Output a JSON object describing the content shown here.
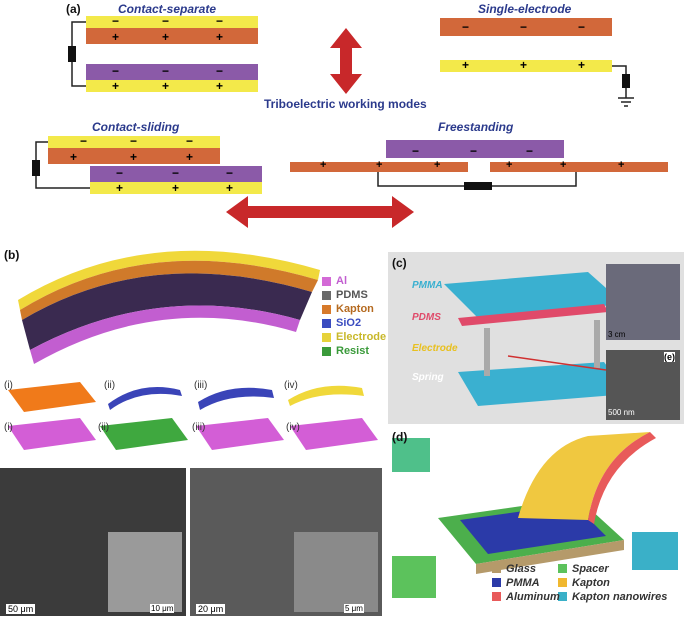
{
  "panel_a": {
    "label": "(a)",
    "modes": {
      "contact_separate": "Contact-separate",
      "single_electrode": "Single-electrode",
      "contact_sliding": "Contact-sliding",
      "freestanding": "Freestanding"
    },
    "center_caption": "Triboelectric working modes",
    "minus": "−",
    "plus": "+"
  },
  "panel_b": {
    "label": "(b)",
    "legend": [
      {
        "label": "Al",
        "color": "#d36ad6"
      },
      {
        "label": "PDMS",
        "color": "#6a6a6a"
      },
      {
        "label": "Kapton",
        "color": "#d77a2a"
      },
      {
        "label": "SiO2",
        "color": "#3a4cc0"
      },
      {
        "label": "Electrode",
        "color": "#e6d23a"
      },
      {
        "label": "Resist",
        "color": "#3a9a3a"
      }
    ],
    "steps_top": [
      "(i)",
      "(ii)",
      "(iii)",
      "(iv)"
    ],
    "steps_bottom": [
      "(i)",
      "(ii)",
      "(iii)",
      "(iv)"
    ],
    "sem_left_scale": "50 μm",
    "sem_left_inset_scale": "10 μm",
    "sem_right_scale": "20 μm",
    "sem_right_inset_scale": "5 μm"
  },
  "panel_c": {
    "label": "(c)",
    "layers": [
      "PMMA",
      "PDMS",
      "Electrode",
      "Spring"
    ],
    "photo_scale": "3 cm",
    "inset_label": "(e)",
    "inset_scale": "500 nm"
  },
  "panel_d": {
    "label": "(d)",
    "legend": [
      {
        "label": "Glass",
        "color": "#b59a6a"
      },
      {
        "label": "Spacer",
        "color": "#5cc25c"
      },
      {
        "label": "PMMA",
        "color": "#2b3aa8"
      },
      {
        "label": "Kapton",
        "color": "#f0b830"
      },
      {
        "label": "Aluminum",
        "color": "#e85a5a"
      },
      {
        "label": "Kapton nanowires",
        "color": "#3ab0c8"
      }
    ]
  }
}
